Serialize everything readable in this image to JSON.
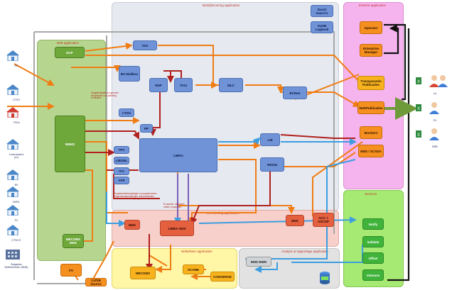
{
  "zones": {
    "bedrijfsvoering": "Bedrijfsvoering applicaties",
    "b2b": "B2B applicaties",
    "externe": "Externe applicaties",
    "verrekening": "Verrekening applicaties",
    "services": "Services",
    "netbeheer": "Netbeheer applicaties",
    "analyse": "Analyse & rapportage applicaties"
  },
  "boxes": {
    "excel": "Excel\nmacro's",
    "sussb": "SUSB\nLogbook",
    "ecp": "ECP",
    "tds": "TDS",
    "bsmailbox": "BS Mailbox",
    "nnp": "NNP",
    "taxi": "TAXI",
    "mlc": "MLC",
    "britnet": "BritNet",
    "ctds": "CTDS",
    "pp": "PP",
    "nmhs": "NMHS",
    "tpv": "TPV",
    "libsml": "LIBSML",
    "ito": "ITO",
    "afr": "AFR",
    "libra": "LIBRA",
    "lib": "LIB",
    "resin": "RESIN",
    "operator": "Operator",
    "enterprise": "Enterprise\nManager",
    "transparantie": "Transparantie\nPublicaties",
    "webpublicaties": "WebPublicaties",
    "monitors": "Monitors",
    "ems": "EMS / SCADA",
    "nms": "NMS",
    "libraods": "LIBRA-ODS",
    "bns": "BNS",
    "acc": "ACC +\nASCOP",
    "notify": "Notify",
    "validate": "Validate",
    "offset": "Offset",
    "volumes": "Volumes",
    "mecomsmhs": "MECOMS\nMHS",
    "fs": "FS",
    "cofsb": "CofSB Source",
    "mecoms": "MECOMS",
    "scame": "SCAME",
    "converge": "CONVERGE",
    "emsdwh": "EMS DWH"
  },
  "houses": [
    "PS",
    "CTSO",
    "TSOs",
    "Leveranciers\n(LV)",
    "BV",
    "NGRL",
    "PV",
    "CTSO E",
    "Bulgarian\nNetbeheerder (BNN)"
  ],
  "people": [
    "LA",
    "PV",
    "BRB"
  ],
  "notes": {
    "n1": "Vergaderstijden en grenzen\nnet gebruik voor planning\nen andere",
    "n2": "Programmeerbepalingen in programmeren,\nprognoses/anmerkingen met transacties\nnnno-verdeeld vidk, pvl, grafiek",
    "n3": "EI actuele, historisch\nvolket, prognoses"
  },
  "colors": {
    "bedrijfsvoering": "#e6e9f0",
    "b2b": "#b6d68f",
    "externe": "#f6b4ef",
    "verrekening": "#f7d0cb",
    "services": "#a7ea73",
    "netbeheer": "#fff6a6",
    "analyse": "#e2e2e2"
  }
}
